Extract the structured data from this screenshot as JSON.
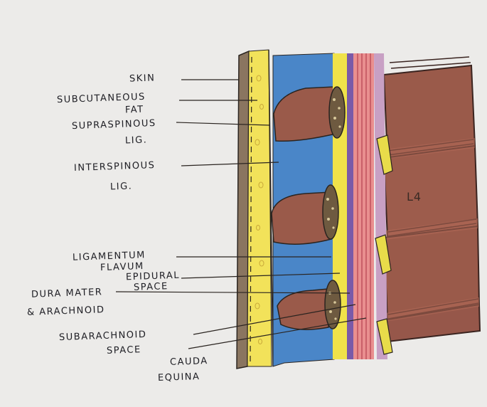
{
  "labels": {
    "skin": "SKIN",
    "subcutaneous_1": "SUBCUTANEOUS",
    "subcutaneous_2": "FAT",
    "supraspinous_1": "SUPRASPINOUS",
    "supraspinous_2": "LIG.",
    "interspinous_1": "INTERSPINOUS",
    "interspinous_2": "LIG.",
    "flavum_1": "LIGAMENTUM",
    "flavum_2": "FLAVUM",
    "epidural_1": "EPIDURAL",
    "epidural_2": "SPACE",
    "dura_1": "DURA MATER",
    "dura_2": "& ARACHNOID",
    "subarachnoid_1": "SUBARACHNOID",
    "subarachnoid_2": "SPACE",
    "cauda_1": "CAUDA",
    "cauda_2": "EQUINA"
  },
  "vertebra_label": "L4",
  "colors": {
    "paper": "#ecebe9",
    "skin": "#8a7560",
    "fat": "#f2e25a",
    "ligament": "#4a86c8",
    "bone": "#9a5a4a",
    "dura": "#7a5aa8",
    "csf": "#e98f8f",
    "nerve": "#e8dc4a",
    "flavum": "#6e5a40"
  }
}
